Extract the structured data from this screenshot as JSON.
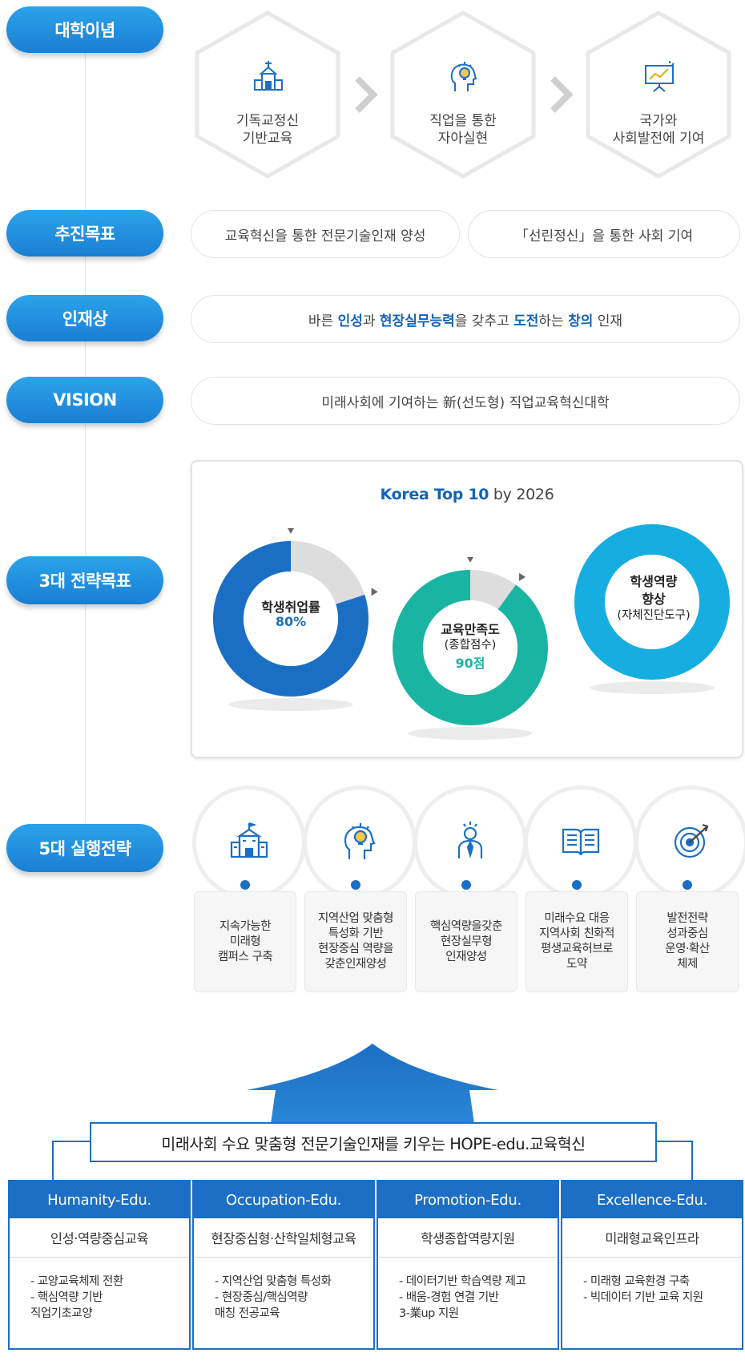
{
  "sections": {
    "philosophy": "대학이념",
    "goals": "추진목표",
    "talent": "인재상",
    "vision": "VISION",
    "strategy3": "3대 전략목표",
    "strategy5": "5대 실행전략"
  },
  "philosophy": {
    "items": [
      {
        "line1": "기독교정신",
        "line2": "기반교육",
        "icon": "church-icon"
      },
      {
        "line1": "직업을 통한",
        "line2": "자아실현",
        "icon": "head-bulb-icon"
      },
      {
        "line1": "국가와",
        "line2": "사회발전에 기여",
        "icon": "presentation-chart-icon"
      }
    ]
  },
  "goals": {
    "left": "교육혁신을 통한 전문기술인재 양성",
    "right": "「선린정신」을 통한 사회 기여"
  },
  "talent": {
    "t1": "바른 ",
    "h1": "인성",
    "t2": "과 ",
    "h2": "현장실무능력",
    "t3": "을 갖추고 ",
    "h3": "도전",
    "t4": "하는 ",
    "h4": "창의",
    "t5": " 인재"
  },
  "vision": {
    "text": "미래사회에 기여하는 新(선도형) 직업교육혁신대학"
  },
  "strategy3": {
    "title_bold": "Korea Top 10",
    "title_rest": " by 2026",
    "colors": {
      "blue": "#1a6fc4",
      "teal": "#1ab5a2",
      "cyan": "#16aee0",
      "gray": "#dddddd"
    }
  },
  "chart_data": {
    "type": "pie",
    "title": "Korea Top 10 by 2026",
    "series": [
      {
        "name": "학생취업률",
        "value": 80,
        "label": "80%"
      },
      {
        "name": "교육만족도 (종합점수)",
        "value": 90,
        "label": "90점"
      },
      {
        "name": "학생역량 향상 (자체진단도구)",
        "value": 100,
        "label": ""
      }
    ],
    "donut_labels": {
      "d1_line1": "학생취업률",
      "d1_line2": "80%",
      "d2_line1": "교육만족도",
      "d2_line2": "(종합점수)",
      "d2_line3": "90점",
      "d3_line1": "학생역량",
      "d3_line2": "향상",
      "d3_line3": "(자체진단도구)"
    }
  },
  "strategy5": {
    "items": [
      {
        "icon": "school-building-icon",
        "text": "지속가능한\n미래형\n캠퍼스 구축"
      },
      {
        "icon": "head-bulb-icon",
        "text": "지역산업 맞춤형\n특성화 기반\n현장중심 역량을\n갖춘인재양성"
      },
      {
        "icon": "person-idea-icon",
        "text": "핵심역량을갖춘\n현장실무형\n인재양성"
      },
      {
        "icon": "open-book-icon",
        "text": "미래수요 대응\n지역사회 친화적\n평생교육허브로\n도약"
      },
      {
        "icon": "target-icon",
        "text": "발전전략\n성과중심\n운영·확산\n체제"
      }
    ]
  },
  "hope": {
    "banner": "미래사회 수요 맞춤형 전문기술인재를 키우는 HOPE-edu.교육혁신",
    "columns": [
      {
        "head": "Humanity-Edu.",
        "sub": "인성·역량중심교육",
        "body": "- 교양교육체제 전환\n- 핵심역량 기반\n   직업기초교양"
      },
      {
        "head": "Occupation-Edu.",
        "sub": "현장중심형·산학일체형교육",
        "body": "- 지역산업 맞춤형 특성화\n- 현장중심/핵심역량\n   매칭 전공교육"
      },
      {
        "head": "Promotion-Edu.",
        "sub": "학생종합역량지원",
        "body": "- 데이터기반 학습역량 제고\n- 배움-경험 연결 기반\n   3-業up 지원"
      },
      {
        "head": "Excellence-Edu.",
        "sub": "미래형교육인프라",
        "body": "- 미래형 교육환경 구축\n- 빅데이터 기반 교육 지원"
      }
    ]
  }
}
